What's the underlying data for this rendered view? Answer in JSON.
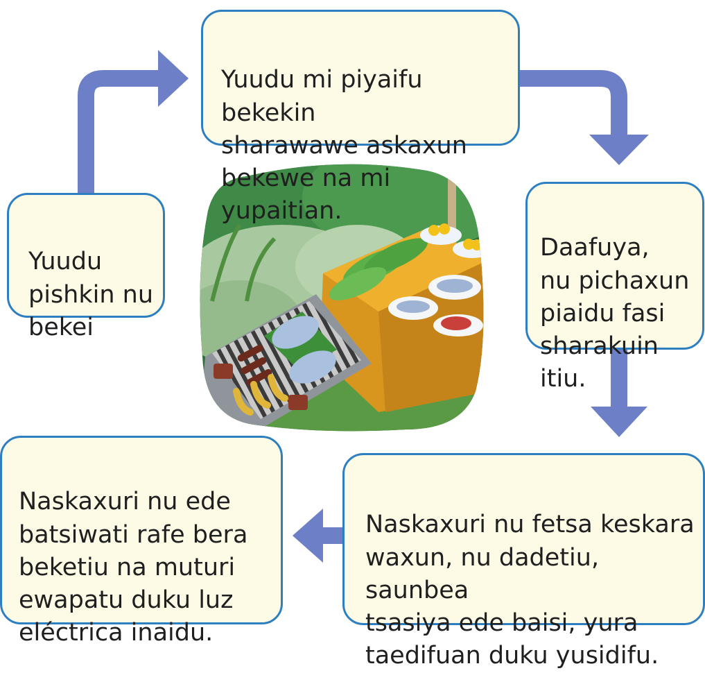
{
  "steps": {
    "top": "Yuudu mi piyaifu bekekin\nsharawawe askaxun\nbekewe na mi yupaitian.",
    "left": "Yuudu\npishkin nu\nbekei",
    "right": "Daafuya,\nnu pichaxun\npiaidu fasi\nsharakuin itiu.",
    "bottom_right": "Naskaxuri nu fetsa keskara\nwaxun, nu dadetiu, saunbea\ntsasiya ede baisi, yura\ntaedifuan duku yusidifu.",
    "bottom_left": "Naskaxuri nu ede\nbatsiwati rafe bera\nbeketiu na muturi\newapatu duku luz\neléctrica inaidu."
  },
  "colors": {
    "arrow": "#6d7fc6",
    "box_border": "#2e7fc0",
    "box_fill": "#fdfbe6"
  },
  "illustration": {
    "subject": "barbecue-grill-with-fish-meat-plantains-and-food-table"
  }
}
